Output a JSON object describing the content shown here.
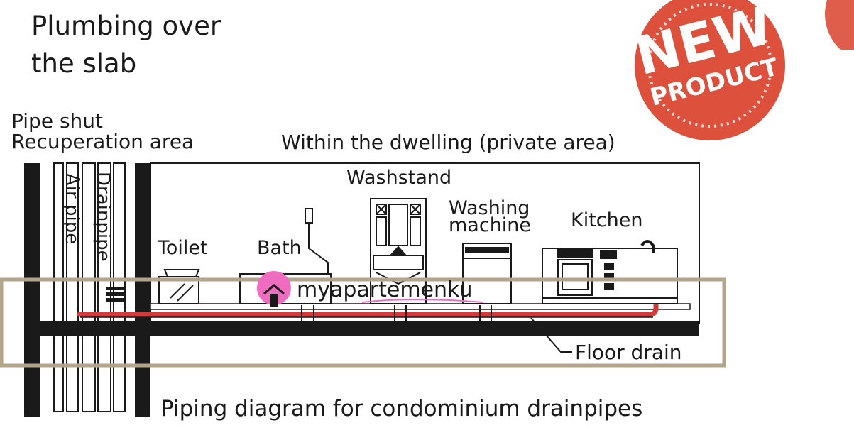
{
  "heading": {
    "lines": [
      "Plumbing over",
      "the slab"
    ]
  },
  "labels": {
    "shaft_line1": "Pipe shut",
    "shaft_line2": "Recuperation area",
    "dwelling": "Within the dwelling (private area)",
    "air_pipe": "Air pipe",
    "drainpipe": "Drainpipe",
    "toilet": "Toilet",
    "bath": "Bath",
    "washstand": "Washstand",
    "washing_line1": "Washing",
    "washing_line2": "machine",
    "kitchen": "Kitchen",
    "floor_drain": "Floor drain",
    "caption": "Piping diagram for condominium drainpipes"
  },
  "stamp": {
    "line1": "NEW",
    "line2": "PRODUCT"
  },
  "watermark": {
    "text": "myapartemenku"
  },
  "colors": {
    "stamp_red": "#d9412b",
    "drain_red": "#d43a3a",
    "highlight_frame": "#b3a58a",
    "watermark_pink": "#f06cc0",
    "ink": "#1a1a1a"
  }
}
